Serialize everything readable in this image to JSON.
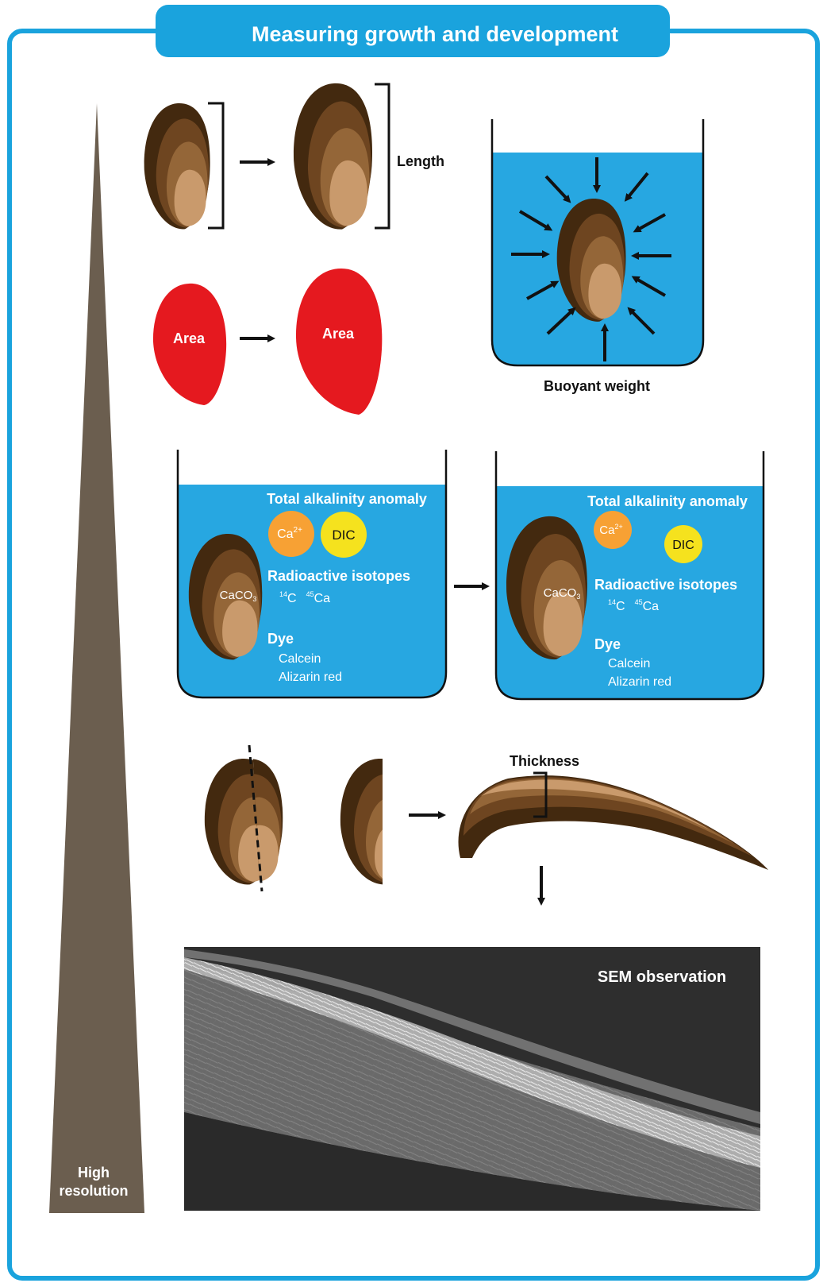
{
  "title": "Measuring growth and development",
  "labels": {
    "length": "Length",
    "area_left": "Area",
    "area_right": "Area",
    "buoyant_weight": "Buoyant weight",
    "thickness": "Thickness",
    "sem_observation": "SEM observation",
    "high": "High",
    "resolution": "resolution"
  },
  "tanks": [
    {
      "heading": "Total alkalinity anomaly",
      "ion": "Ca",
      "ion_sup": "2+",
      "dic": "DIC",
      "shell_label": "CaCO",
      "shell_sub": "3",
      "isotopes_heading": "Radioactive isotopes",
      "isotope1_mass": "14",
      "isotope1": "C",
      "isotope2_mass": "45",
      "isotope2": "Ca",
      "dye_heading": "Dye",
      "dye1": "Calcein",
      "dye2": "Alizarin red"
    },
    {
      "heading": "Total alkalinity anomaly",
      "ion": "Ca",
      "ion_sup": "2+",
      "dic": "DIC",
      "shell_label": "CaCO",
      "shell_sub": "3",
      "isotopes_heading": "Radioactive isotopes",
      "isotope1_mass": "14",
      "isotope1": "C",
      "isotope2_mass": "45",
      "isotope2": "Ca",
      "dye_heading": "Dye",
      "dye1": "Calcein",
      "dye2": "Alizarin red"
    }
  ],
  "colors": {
    "frame": "#1aa3dd",
    "water": "#27a7e1",
    "area_red": "#e5191f",
    "ca_orange": "#f7a134",
    "dic_yellow": "#f5e21e",
    "triangle": "#6b5e4f",
    "shell_dark": "#43290f",
    "shell_mid1": "#6e4520",
    "shell_mid2": "#946638",
    "shell_light": "#c99a6c",
    "sem_bg": "#2e2e2e"
  }
}
